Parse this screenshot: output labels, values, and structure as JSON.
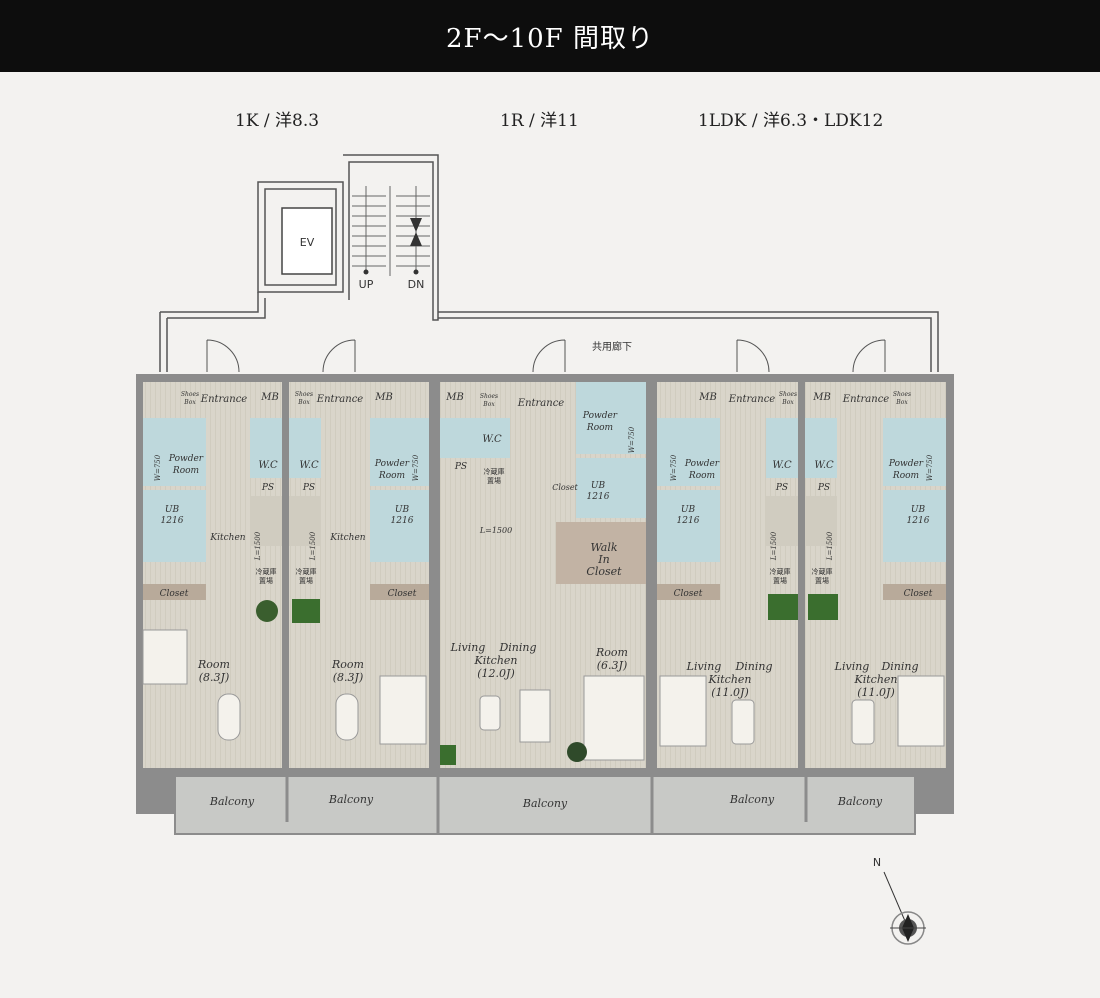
{
  "title": "2F〜10F 間取り",
  "unit_types": [
    "1K / 洋8.3",
    "1R / 洋11",
    "1LDK / 洋6.3・LDK12"
  ],
  "core": {
    "ev": "EV",
    "up": "UP",
    "dn": "DN",
    "corridor": "共用廊下"
  },
  "labels": {
    "shoes_box_1": "Shoes",
    "shoes_box_2": "Box",
    "entrance": "Entrance",
    "mb": "MB",
    "wc": "W.C",
    "ps": "PS",
    "powder_1": "Powder",
    "powder_2": "Room",
    "w750": "W=750",
    "ub": "UB",
    "ub_size": "1216",
    "kitchen": "Kitchen",
    "l1500": "L=1500",
    "fridge_1": "冷蔵庫",
    "fridge_2": "置場",
    "closet": "Closet",
    "room": "Room",
    "room_83": "(8.3J)",
    "room_63": "(6.3J)",
    "living": "Living",
    "dining": "Dining",
    "kitchen_ldk": "Kitchen",
    "ldk_120": "(12.0J)",
    "ldk_110": "(11.0J)",
    "wic_1": "Walk",
    "wic_2": "In",
    "wic_3": "Closet",
    "balcony": "Balcony"
  },
  "compass": {
    "north": "N"
  },
  "colors": {
    "header_bg": "#0d0d0d",
    "wall": "#8c8c8c",
    "floor": "#d8d4c8",
    "wet_area": "#bed8dc",
    "closet": "#b8aa9a",
    "balcony": "#c8c9c6",
    "walk_in_closet": "#c2b3a4"
  }
}
